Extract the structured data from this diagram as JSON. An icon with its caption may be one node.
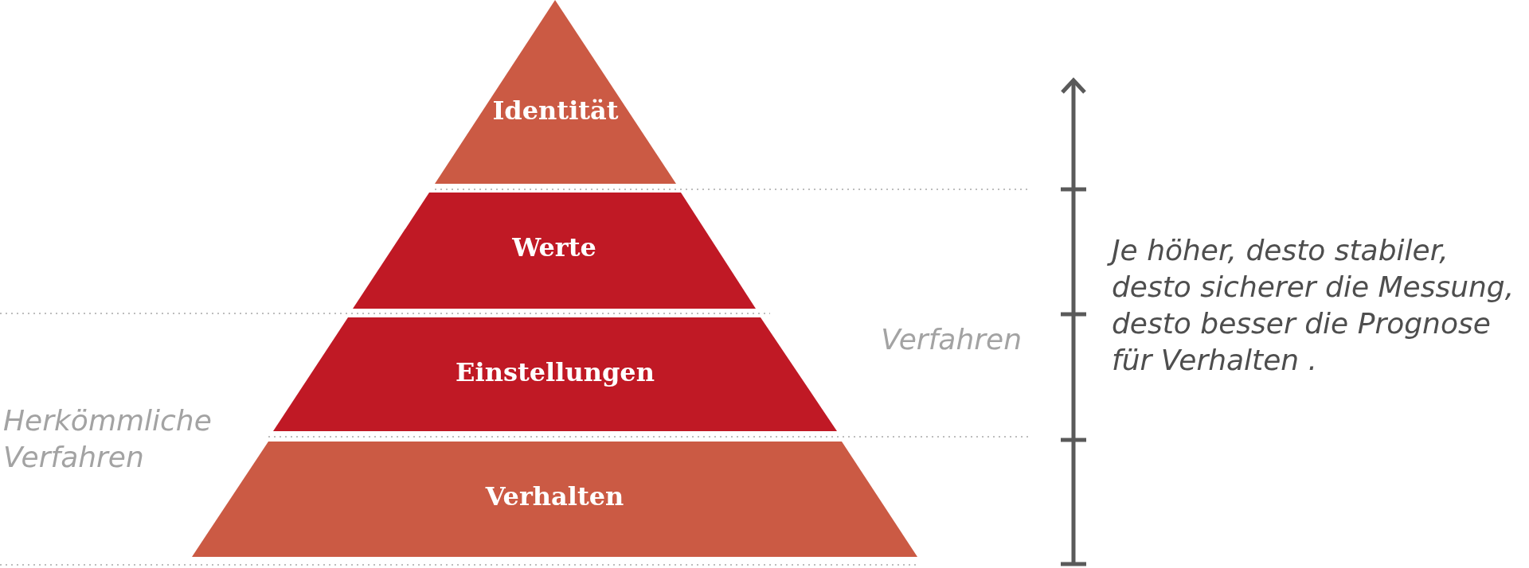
{
  "diagram": {
    "nodes": [
      {
        "text": [
          "Identität"
        ]
      },
      {
        "text": [
          "Werte"
        ]
      },
      {
        "text": [
          "Einstellungen"
        ]
      },
      {
        "text": [
          "Verhalten"
        ]
      }
    ],
    "labels": [
      "Verfahren",
      "Herkömmliche Verfahren",
      "Je höher, desto stabiler, desto sicherer die Messung, desto besser die Prognose für Verhalten ."
    ]
  }
}
